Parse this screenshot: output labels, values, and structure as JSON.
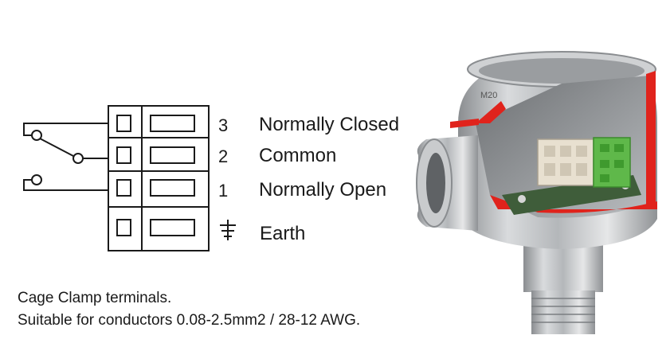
{
  "terminals": [
    {
      "number": "3",
      "label": "Normally Closed"
    },
    {
      "number": "2",
      "label": "Common"
    },
    {
      "number": "1",
      "label": "Normally Open"
    }
  ],
  "earth": {
    "label": "Earth",
    "icon": "earth-ground-icon"
  },
  "notes": {
    "line1": "Cage Clamp terminals.",
    "line2": "Suitable for conductors 0.08-2.5mm2 / 28-12 AWG."
  },
  "housing": {
    "thread_mark": "M20",
    "seal_color": "#e0231c",
    "terminal_block_color": "#e8e0d0",
    "connector_color": "#5fb84a"
  },
  "colors": {
    "line": "#1a1a1a"
  }
}
